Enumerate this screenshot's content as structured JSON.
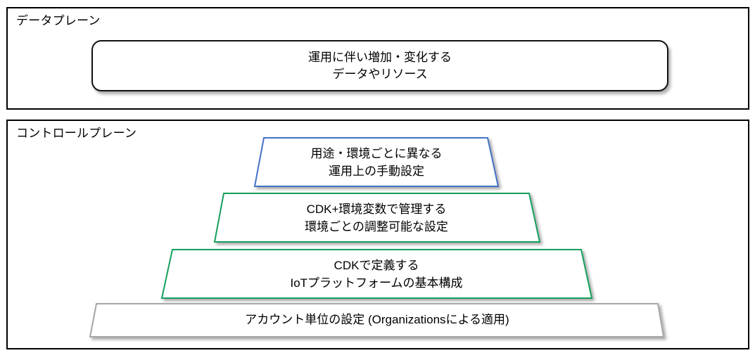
{
  "diagram": {
    "data_plane": {
      "label": "データプレーン",
      "card": {
        "line1": "運用に伴い増加・変化する",
        "line2": "データやリソース",
        "border_color": "#111111",
        "fill_color": "#FFFFFF"
      }
    },
    "control_plane": {
      "label": "コントロールプレーン",
      "tiers": [
        {
          "id": "tier-1",
          "line1": "用途・環境ごとに異なる",
          "line2": "運用上の手動設定",
          "border_color": "#4472C4",
          "fill_color": "#FFFFFF"
        },
        {
          "id": "tier-2",
          "line1": "CDK+環境変数で管理する",
          "line2": "環境ごとの調整可能な設定",
          "border_color": "#18A05C",
          "fill_color": "#FFFFFF"
        },
        {
          "id": "tier-3",
          "line1": "CDKで定義する",
          "line2": "IoTプラットフォームの基本構成",
          "border_color": "#18A05C",
          "fill_color": "#FFFFFF"
        },
        {
          "id": "tier-4",
          "line1": "アカウント単位の設定 (Organizationsによる適用)",
          "line2": "",
          "border_color": "#A6A6A6",
          "fill_color": "#FFFFFF"
        }
      ]
    }
  }
}
